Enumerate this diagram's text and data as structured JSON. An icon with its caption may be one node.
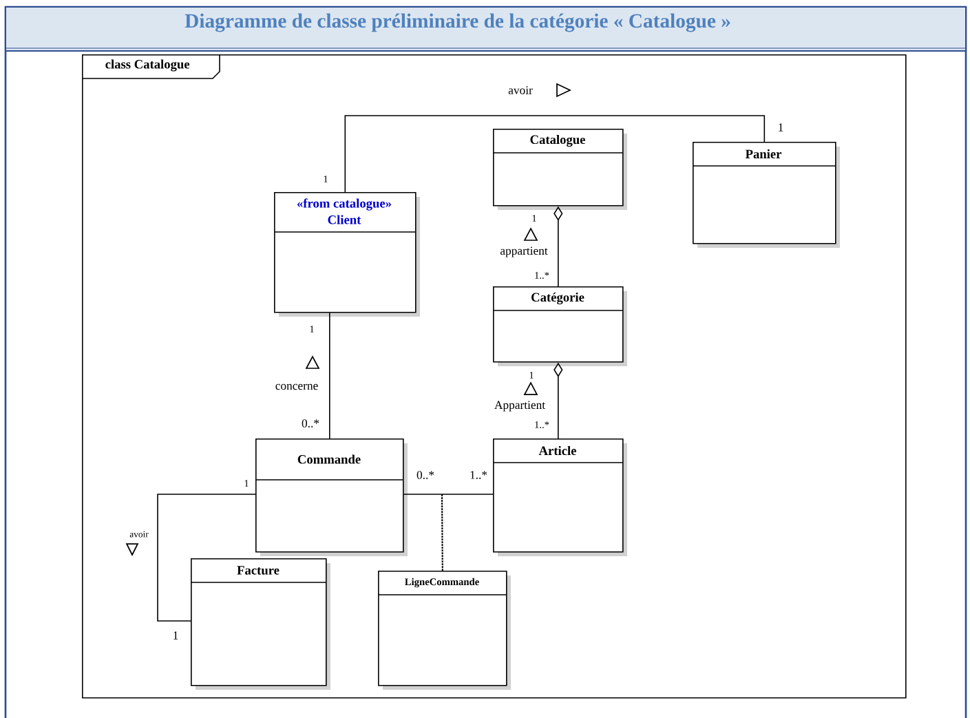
{
  "diagram": {
    "title": "Diagramme de classe préliminaire de la catégorie « Catalogue »",
    "nodes": [
      {
        "text": [
          "class Catalogue"
        ]
      },
      {
        "text": [
          "Catalogue"
        ],
        "in": 0
      },
      {
        "text": [
          "Panier"
        ],
        "in": 0
      },
      {
        "text": [
          "«from catalogue»",
          "Client"
        ],
        "in": 0
      },
      {
        "text": [
          "Catégorie"
        ],
        "in": 0
      },
      {
        "text": [
          "Commande"
        ],
        "in": 0
      },
      {
        "text": [
          "Article"
        ],
        "in": 0
      },
      {
        "text": [
          "Facture"
        ],
        "in": 0
      },
      {
        "text": [
          "LigneCommande"
        ],
        "in": 0
      }
    ],
    "edges": [
      {
        "from": 3,
        "to": 2,
        "arrow": "none",
        "label": "avoir"
      },
      {
        "from": 1,
        "to": 4,
        "arrow": "other",
        "label": "appartient"
      },
      {
        "from": 4,
        "to": 6,
        "arrow": "other",
        "label": "Appartient"
      },
      {
        "from": 3,
        "to": 5,
        "arrow": "none",
        "label": "concerne"
      },
      {
        "from": 5,
        "to": 6,
        "arrow": "none"
      },
      {
        "from": 5,
        "to": 7,
        "arrow": "none",
        "label": "avoir"
      },
      {
        "from": 8,
        "to": null,
        "arrow": "none",
        "style": "dashed"
      }
    ],
    "labels": [
      "1",
      "1",
      "1",
      "1..*",
      "1",
      "1",
      "1..*",
      "0..*",
      "0..*",
      "1..*",
      "1",
      "1"
    ]
  }
}
